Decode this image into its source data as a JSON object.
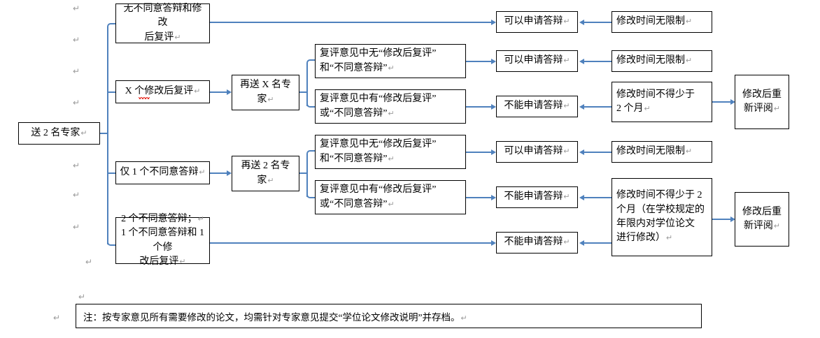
{
  "meta": {
    "title": "学位论文评阅流程图",
    "connector_color": "#4f81bd",
    "box_border_color": "#000000",
    "background": "#ffffff",
    "pilcrow": "↵"
  },
  "nodes": {
    "root": {
      "label": "送 2 名专家",
      "mark": "↵"
    },
    "branch1": {
      "label_line1": "无不同意答辩和修改",
      "label_line2": "后复评",
      "mark": "↵"
    },
    "branch2": {
      "label": "X 个修改后复评",
      "mark": "↵"
    },
    "branch3": {
      "label": "仅 1 个不同意答辩",
      "mark": "↵"
    },
    "branch4": {
      "label_line1": "2 个不同意答辩；",
      "label_line2": "1 个不同意答辩和 1 个修",
      "label_line3": "改后复评",
      "mark": "↵"
    },
    "resend_x": {
      "label_line1": "再送 X 名专",
      "label_line2": "家",
      "mark": "↵"
    },
    "resend_2": {
      "label_line1": "再送 2 名专",
      "label_line2": "家",
      "mark": "↵"
    },
    "comment1": {
      "label_line1": "复评意见中无“修改后复评”",
      "label_line2": "和“不同意答辩”",
      "mark": "↵"
    },
    "comment2": {
      "label_line1": "复评意见中有“修改后复评”",
      "label_line2": "或“不同意答辩”",
      "mark": "↵"
    },
    "comment3": {
      "label_line1": "复评意见中无“修改后复评”",
      "label_line2": "和“不同意答辩”",
      "mark": "↵"
    },
    "comment4": {
      "label_line1": "复评意见中有“修改后复评”",
      "label_line2": "或“不同意答辩”",
      "mark": "↵"
    },
    "result1": {
      "label": "可以申请答辩",
      "mark": "↵"
    },
    "result2": {
      "label": "可以申请答辩",
      "mark": "↵"
    },
    "result3": {
      "label": "不能申请答辩",
      "mark": "↵"
    },
    "result4": {
      "label": "可以申请答辩",
      "mark": "↵"
    },
    "result5": {
      "label": "不能申请答辩",
      "mark": "↵"
    },
    "result6": {
      "label": "不能申请答辩",
      "mark": "↵"
    },
    "time1": {
      "label": "修改时间无限制",
      "mark": "↵"
    },
    "time2": {
      "label": "修改时间无限制",
      "mark": "↵"
    },
    "time3": {
      "label_line1": "修改时间不得少于",
      "label_line2": "2 个月",
      "mark": "↵"
    },
    "time4": {
      "label": "修改时间无限制",
      "mark": "↵"
    },
    "time5": {
      "label_line1": "修改时间不得少于 2",
      "label_line2": "个月（在学校规定的",
      "label_line3": "年限内对学位论文",
      "label_line4": "进行修改）",
      "mark": "↵"
    },
    "rereview1": {
      "label_line1": "修改后重",
      "label_line2": "新评阅",
      "mark": "↵"
    },
    "rereview2": {
      "label_line1": "修改后重",
      "label_line2": "新评阅",
      "mark": "↵"
    }
  },
  "note": {
    "text": "注：按专家意见所有需要修改的论文，均需针对专家意见提交“学位论文修改说明”并存档。",
    "mark": "↵"
  },
  "pilcrows": [
    "↵",
    "↵",
    "↵",
    "↵",
    "↵",
    "↵",
    "↵",
    "↵",
    "↵",
    "↵"
  ]
}
